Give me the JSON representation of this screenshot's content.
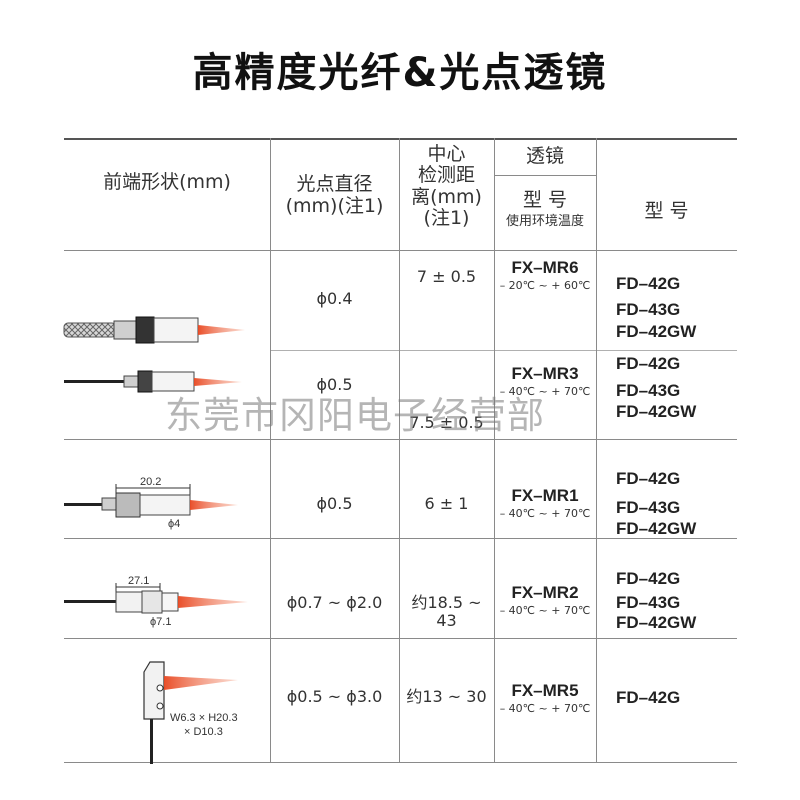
{
  "title": "高精度光纤&光点透镜",
  "headers": {
    "shape": "前端形状(mm)",
    "spot_diameter": "光点直径\n(mm)(注1)",
    "center_distance": "中心\n检测距\n离(mm)\n(注1)",
    "lens": "透镜",
    "lens_model": "型 号",
    "lens_temp": "使用环境温度",
    "model": "型 号"
  },
  "rows": [
    {
      "spot": "ϕ0.4",
      "distance": "7 ± 0.5",
      "lens_model": "FX–MR6",
      "lens_temp": "– 20℃ ~ + 60℃",
      "models": [
        "FD–42G",
        "FD–43G",
        "FD–42GW"
      ]
    },
    {
      "spot": "ϕ0.5",
      "distance": "7.5 ± 0.5",
      "lens_model": "FX–MR3",
      "lens_temp": "– 40℃ ~ + 70℃",
      "models": [
        "FD–42G",
        "FD–43G",
        "FD–42GW"
      ]
    },
    {
      "spot": "ϕ0.5",
      "distance": "6 ± 1",
      "lens_model": "FX–MR1",
      "lens_temp": "– 40℃ ~ + 70℃",
      "models": [
        "FD–42G",
        "FD–43G",
        "FD–42GW"
      ],
      "dims": [
        "20.2",
        "ϕ4"
      ]
    },
    {
      "spot": "ϕ0.7 ~ ϕ2.0",
      "distance": "约18.5 ~ 43",
      "lens_model": "FX–MR2",
      "lens_temp": "– 40℃ ~ + 70℃",
      "models": [
        "FD–42G",
        "FD–43G",
        "FD–42GW"
      ],
      "dims": [
        "27.1",
        "ϕ7.1"
      ]
    },
    {
      "spot": "ϕ0.5 ~ ϕ3.0",
      "distance": "约13 ~ 30",
      "lens_model": "FX–MR5",
      "lens_temp": "– 40℃ ~ + 70℃",
      "models": [
        "FD–42G"
      ],
      "dims": [
        "W6.3 × H20.3",
        "× D10.3"
      ]
    }
  ],
  "watermark": "东莞市冈阳电子经营部",
  "colors": {
    "beam": "#f06a4a",
    "line": "#8a8a8a",
    "text": "#222222"
  }
}
